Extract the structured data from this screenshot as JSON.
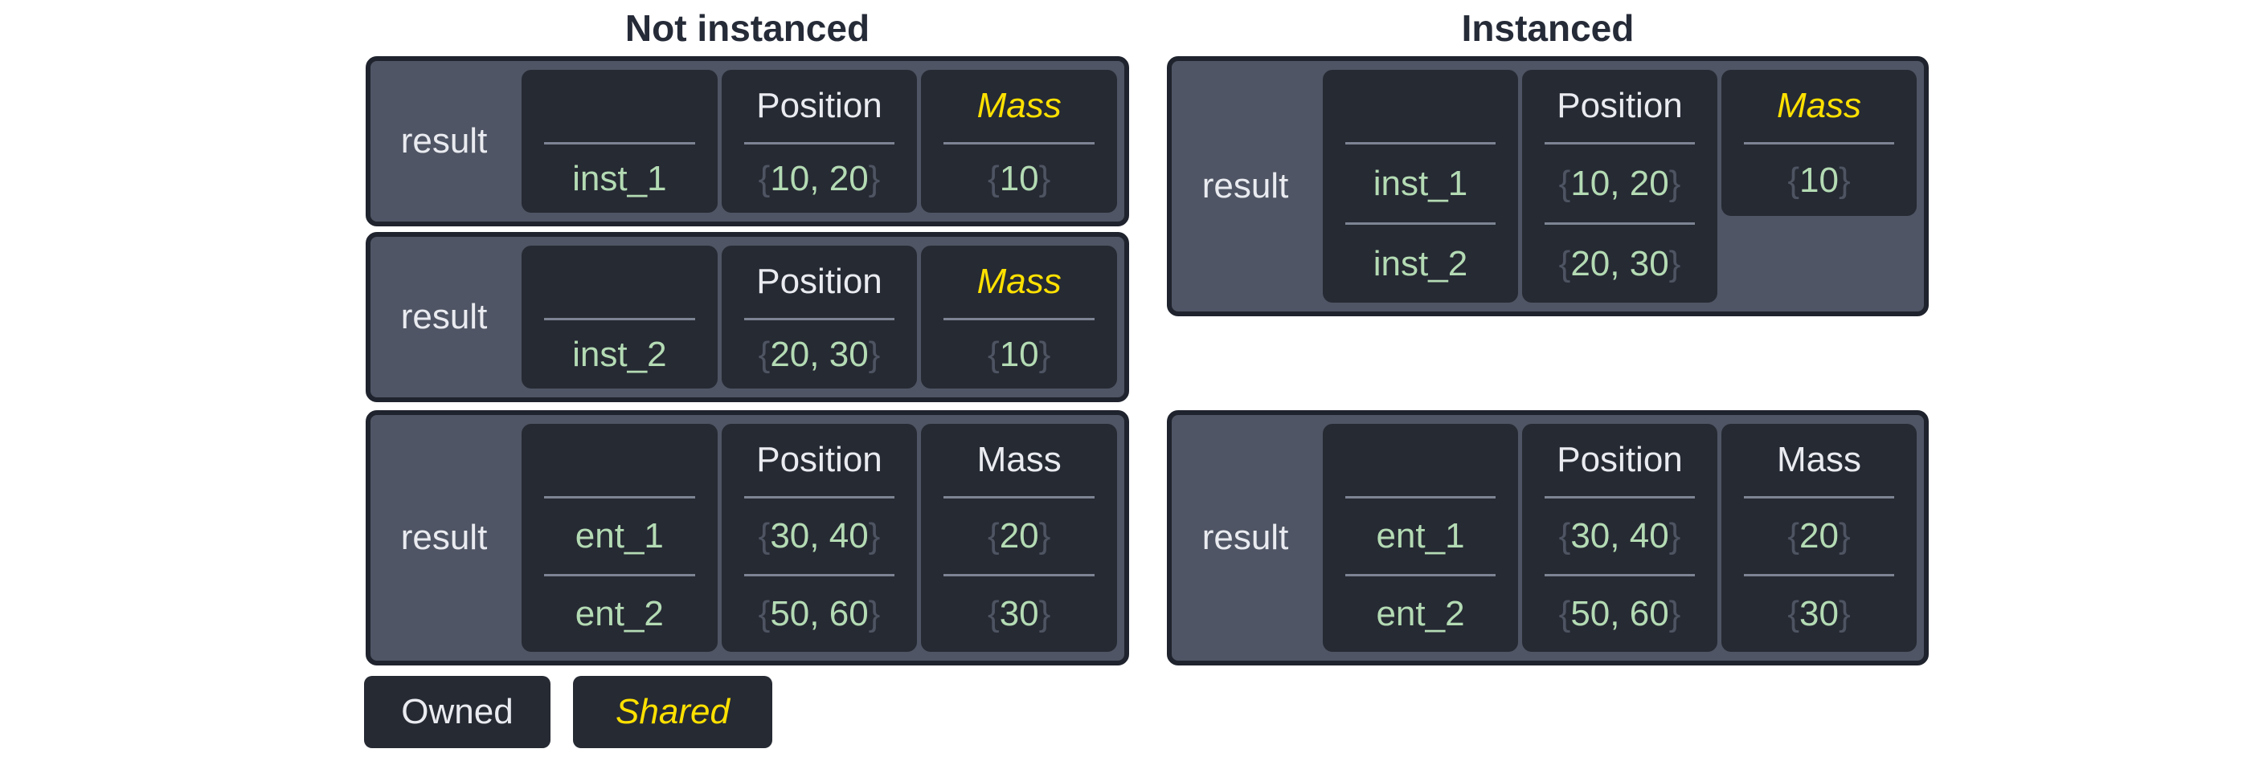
{
  "titles": {
    "not_instanced": "Not instanced",
    "instanced": "Instanced"
  },
  "glyphs": {
    "open_brace": "{",
    "close_brace": "}"
  },
  "colors": {
    "page_background": "#ffffff",
    "title_text": "#262b38",
    "box_border": "#1f232d",
    "box_background": "#4f5564",
    "cell_background": "#262a33",
    "owned_text": "#e9ebf0",
    "shared_text": "#ffe100",
    "value_text": "#b4dbb4",
    "brace_text": "#4e5462",
    "separator_line": "#7d8493"
  },
  "not_instanced": {
    "boxes": [
      {
        "label": "result",
        "cells": [
          {
            "header": "",
            "values": [
              "inst_1"
            ]
          },
          {
            "header": "Position",
            "values": [
              "10, 20"
            ]
          },
          {
            "header": "Mass",
            "shared": true,
            "values": [
              "10"
            ]
          }
        ]
      },
      {
        "label": "result",
        "cells": [
          {
            "header": "",
            "values": [
              "inst_2"
            ]
          },
          {
            "header": "Position",
            "values": [
              "20, 30"
            ]
          },
          {
            "header": "Mass",
            "shared": true,
            "values": [
              "10"
            ]
          }
        ]
      },
      {
        "label": "result",
        "cells": [
          {
            "header": "",
            "values": [
              "ent_1",
              "ent_2"
            ]
          },
          {
            "header": "Position",
            "values": [
              "30, 40",
              "50, 60"
            ]
          },
          {
            "header": "Mass",
            "shared": false,
            "values": [
              "20",
              "30"
            ]
          }
        ]
      }
    ]
  },
  "instanced": {
    "boxes": [
      {
        "label": "result",
        "cells": [
          {
            "header": "",
            "values": [
              "inst_1",
              "inst_2"
            ]
          },
          {
            "header": "Position",
            "values": [
              "10, 20",
              "20, 30"
            ]
          },
          {
            "header": "Mass",
            "shared": true,
            "short": true,
            "values": [
              "10"
            ]
          }
        ]
      },
      {
        "label": "result",
        "cells": [
          {
            "header": "",
            "values": [
              "ent_1",
              "ent_2"
            ]
          },
          {
            "header": "Position",
            "values": [
              "30, 40",
              "50, 60"
            ]
          },
          {
            "header": "Mass",
            "shared": false,
            "values": [
              "20",
              "30"
            ]
          }
        ]
      }
    ]
  },
  "legend": {
    "owned": "Owned",
    "shared": "Shared"
  }
}
